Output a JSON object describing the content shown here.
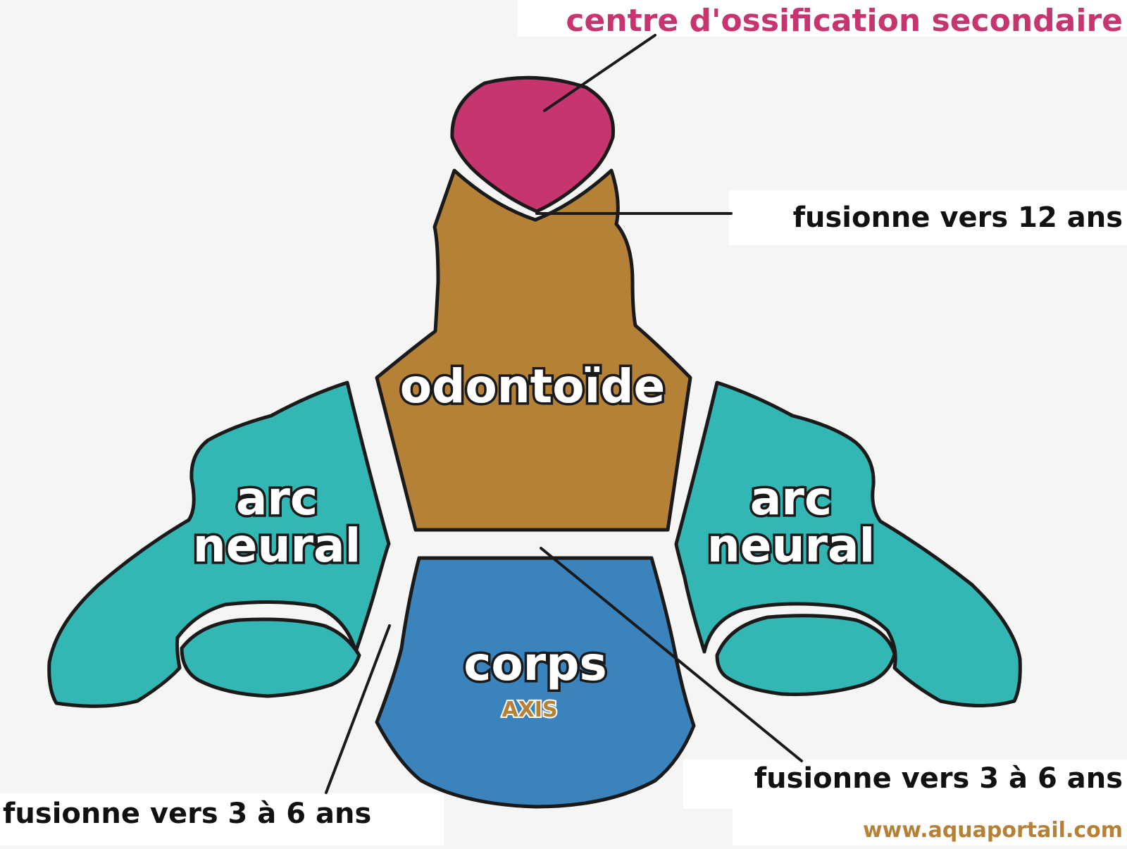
{
  "colors": {
    "background": "#f5f5f3",
    "secondary_center": "#c73570",
    "odontoid": "#b58137",
    "neural_arch": "#33b7b4",
    "body": "#3a83bd",
    "outline": "#1a1a1a",
    "axis_label": "#b58137",
    "website": "#b58137"
  },
  "labels": {
    "secondary_center": "centre d'ossification secondaire",
    "fusion_12": "fusionne vers 12 ans",
    "fusion_3_6_right": "fusionne vers 3 à 6 ans",
    "fusion_3_6_left": "fusionne vers 3 à 6 ans",
    "odontoid": "odontoïde",
    "arch_left_line1": "arc",
    "arch_left_line2": "neural",
    "arch_right_line1": "arc",
    "arch_right_line2": "neural",
    "body": "corps",
    "axis": "AXIS",
    "website": "www.aquaportail.com"
  }
}
